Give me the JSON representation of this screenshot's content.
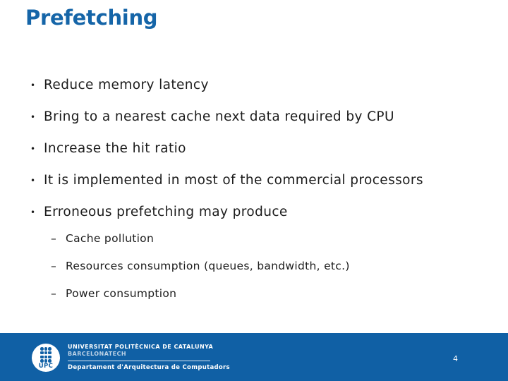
{
  "slide": {
    "title": "Prefetching",
    "bullet_char": "•",
    "dash_char": "–",
    "bullets": [
      {
        "level": 1,
        "text": "Reduce memory latency"
      },
      {
        "level": 1,
        "text": "Bring to a nearest cache next data required by CPU"
      },
      {
        "level": 1,
        "text": "Increase the hit ratio"
      },
      {
        "level": 1,
        "text": "It is implemented in most of the commercial processors"
      },
      {
        "level": 1,
        "text": "Erroneous prefetching may produce"
      },
      {
        "level": 2,
        "text": "Cache pollution"
      },
      {
        "level": 2,
        "text": "Resources consumption (queues, bandwidth, etc.)"
      },
      {
        "level": 2,
        "text": "Power consumption"
      }
    ]
  },
  "footer": {
    "university_line1": "UNIVERSITAT POLITÈCNICA DE CATALUNYA",
    "university_line2": "BARCELONATECH",
    "department": "Departament d'Arquitectura de Computadors",
    "logo_text": "UPC",
    "page_number": "4"
  },
  "colors": {
    "title_blue": "#1565a8",
    "footer_bar_blue": "#1060a5",
    "body_text": "#1c1c1c"
  }
}
